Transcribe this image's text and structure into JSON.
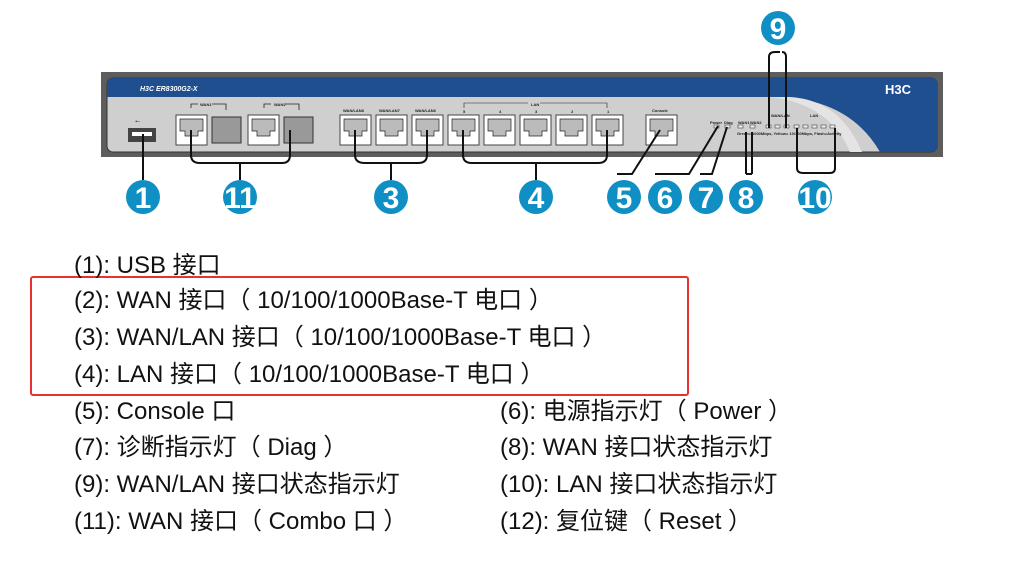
{
  "panel": {
    "model": "H3C ER8300G2-X",
    "brand": "H3C",
    "wan1": "WAN1",
    "wan2": "WAN2",
    "wanlan_ports": [
      "WAN/LAN8",
      "WAN/LAN7",
      "WAN/LAN6"
    ],
    "lan_group": "LAN",
    "lan_ports": [
      "5",
      "4",
      "3",
      "2",
      "1"
    ],
    "console": "Console",
    "power": "Power",
    "diag": "Diag",
    "wan_led1": "WAN1",
    "wan_led2": "WAN2",
    "wanlan_led": "WAN/LAN",
    "lan_led": "LAN",
    "led_legend": "Green= 1000Mbps, Yellow= 10/100Mbps, Flash=Activity"
  },
  "callouts": [
    "1",
    "11",
    "3",
    "4",
    "5",
    "6",
    "7",
    "8",
    "9",
    "10"
  ],
  "colors": {
    "callout": "#0f8fc4",
    "band": "#1f4f8e",
    "highlight": "#e8322f"
  },
  "legend": {
    "left": [
      "(1): USB 接口",
      "(2): WAN 接口（ 10/100/1000Base-T 电口 ）",
      "(3): WAN/LAN 接口（ 10/100/1000Base-T 电口 ）",
      "(4): LAN 接口（ 10/100/1000Base-T 电口 ）",
      "(5): Console 口",
      "(7): 诊断指示灯（ Diag ）",
      "(9): WAN/LAN 接口状态指示灯",
      "(11): WAN 接口（ Combo 口 ）"
    ],
    "right": [
      "(6): 电源指示灯（ Power ）",
      "(8): WAN 接口状态指示灯",
      "(10): LAN 接口状态指示灯",
      "(12): 复位键（ Reset ）"
    ]
  }
}
